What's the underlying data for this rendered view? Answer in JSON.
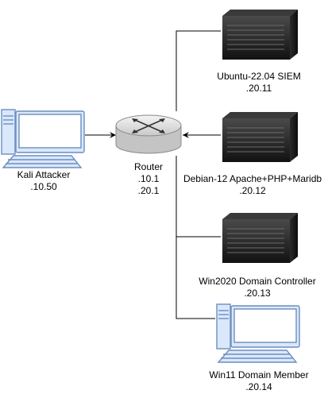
{
  "nodes": {
    "kali": {
      "name": "Kali Attacker",
      "ip": ".10.50",
      "icon": "workstation-icon"
    },
    "router": {
      "name": "Router",
      "ip1": ".10.1",
      "ip2": ".20.1",
      "icon": "router-icon"
    },
    "ubuntu": {
      "name": "Ubuntu-22.04 SIEM",
      "ip": ".20.11",
      "icon": "server-icon"
    },
    "debian": {
      "name": "Debian-12 Apache+PHP+Maridb",
      "ip": ".20.12",
      "icon": "server-icon"
    },
    "win2020": {
      "name": "Win2020 Domain Controller",
      "ip": ".20.13",
      "icon": "server-icon"
    },
    "win11": {
      "name": "Win11 Domain Member",
      "ip": ".20.14",
      "icon": "workstation-icon"
    }
  },
  "colors": {
    "pc_fill": "#dae8fc",
    "pc_stroke": "#6c8ebf",
    "router_top": "#e8e8e8",
    "router_side": "#c7c7c7",
    "server_dark": "#1a1a1a",
    "line": "#000000"
  }
}
